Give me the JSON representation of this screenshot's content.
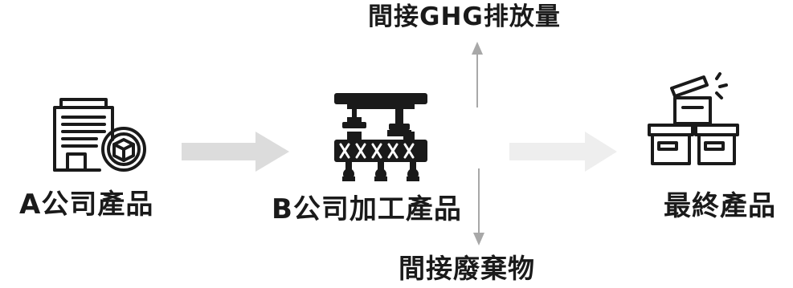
{
  "diagram": {
    "labels": {
      "company_a_product": "A公司產品",
      "company_b_processed_product": "B公司加工產品",
      "final_product": "最終產品",
      "indirect_ghg_emissions": "間接GHG排放量",
      "indirect_waste": "間接廢棄物"
    },
    "icons": {
      "company_a": "office-building-box-icon",
      "company_b": "factory-conveyor-icon",
      "final": "stacked-boxes-icon"
    },
    "colors": {
      "text": "#1a1a1a",
      "icon_stroke": "#1a1a1a",
      "arrow_main": "#dcdcdc",
      "arrow_faint": "#eeeeee",
      "arrow_vertical": "#a8a8a8"
    }
  }
}
